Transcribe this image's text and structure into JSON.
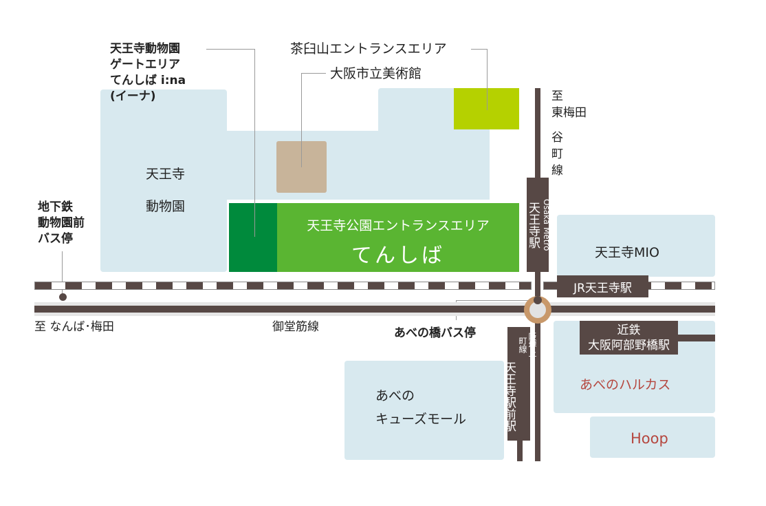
{
  "areas": {
    "zoo": "天王寺\n動物園",
    "gate": "天王寺動物園\nゲートエリア\nてんしば i:na\n(イーナ)",
    "chausuyama": "茶臼山エントランスエリア",
    "museum": "大阪市立美術館",
    "park_entrance": "天王寺公園エントランスエリア",
    "tenshiba": "てんしば",
    "mio": "天王寺MIO",
    "qs_mall": "あべの\nキューズモール",
    "harukas": "あべのハルカス",
    "hoop": "Hoop"
  },
  "stations": {
    "metro_operator": "Osaka Metro",
    "metro_station": "天王寺駅",
    "jr": "JR天王寺駅",
    "kintetsu": "近鉄\n大阪阿部野橋駅",
    "hankai_line": "阪堺上町線",
    "hankai_station": "天王寺駅前駅"
  },
  "bus_stops": {
    "zoo_mae": "地下鉄\n動物園前\nバス停",
    "abenobashi": "あべの橋バス停"
  },
  "directions": {
    "to_umeda": "至\n東梅田",
    "tanimachi": "谷\n町\n線",
    "to_namba": "至 なんば･梅田",
    "midosuji": "御堂筋線"
  },
  "colors": {
    "block": "#d8e9ef",
    "park_green": "#5ab532",
    "dark_green": "#008a3c",
    "lime": "#b5d100",
    "museum": "#c8b49a",
    "rail": "#574845",
    "circle": "#c8986a",
    "accent_text": "#b5473f"
  }
}
